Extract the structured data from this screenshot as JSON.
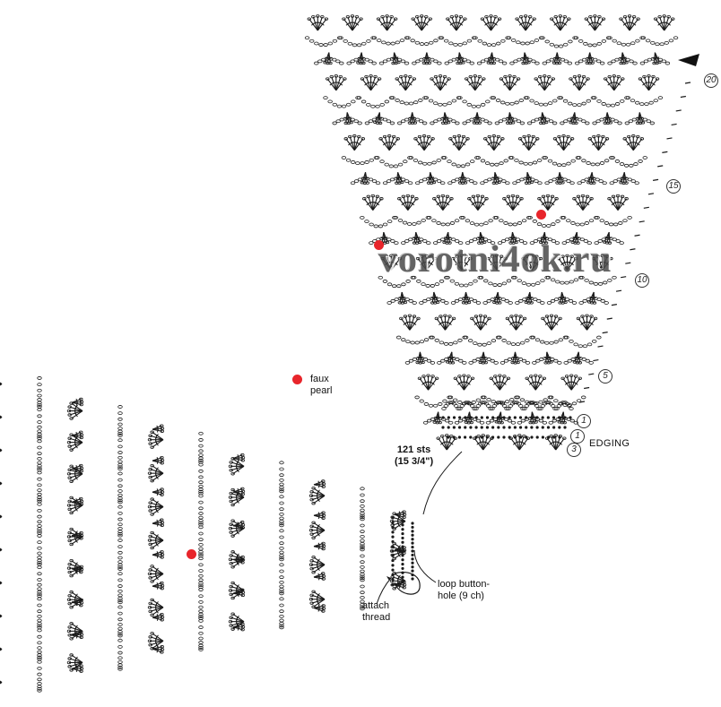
{
  "legend": {
    "faux_pearl": "faux\npearl",
    "pearl_color": "#e8252b"
  },
  "labels": {
    "edging": "EDGING",
    "stitches": "121 sts\n(15 3/4\")",
    "loop_buttonhole": "loop button-\nhole (9 ch)",
    "attach_thread": "attach\nthread"
  },
  "row_numbers": [
    "20",
    "15",
    "10",
    "5",
    "1",
    "1",
    "3"
  ],
  "watermark": "vorotni4ok.ru",
  "colors": {
    "ink": "#1a1a1a",
    "pearl": "#e8252b"
  },
  "icons": {
    "start_marker": "triangle-marker-icon"
  }
}
